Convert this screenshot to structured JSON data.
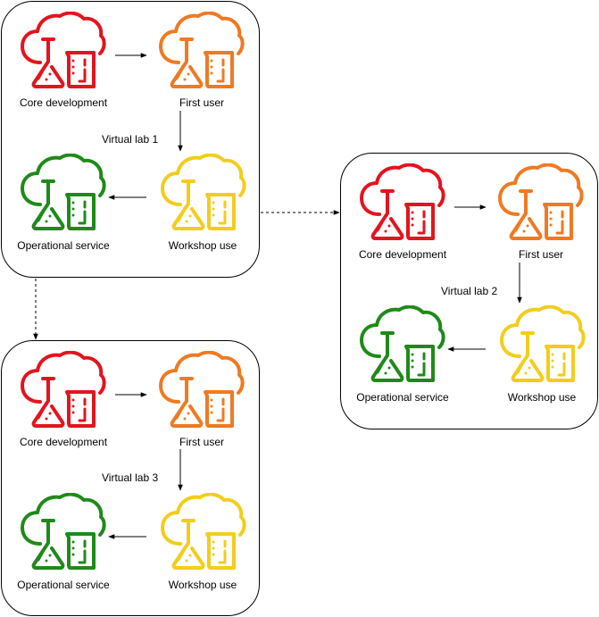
{
  "labs": [
    {
      "title": "Virtual lab 1",
      "nodes": {
        "core": {
          "label": "Core development",
          "icon": "cloud-flask-icon",
          "color": "#e3141e"
        },
        "first": {
          "label": "First user",
          "icon": "cloud-flask-icon",
          "color": "#ef7a22"
        },
        "workshop": {
          "label": "Workshop use",
          "icon": "cloud-flask-icon",
          "color": "#f2cd1c"
        },
        "operational": {
          "label": "Operational service",
          "icon": "cloud-flask-icon",
          "color": "#1f8a18"
        }
      }
    },
    {
      "title": "Virtual lab 2",
      "nodes": {
        "core": {
          "label": "Core development",
          "icon": "cloud-flask-icon",
          "color": "#e3141e"
        },
        "first": {
          "label": "First user",
          "icon": "cloud-flask-icon",
          "color": "#ef7a22"
        },
        "workshop": {
          "label": "Workshop use",
          "icon": "cloud-flask-icon",
          "color": "#f2cd1c"
        },
        "operational": {
          "label": "Operational service",
          "icon": "cloud-flask-icon",
          "color": "#1f8a18"
        }
      }
    },
    {
      "title": "Virtual lab 3",
      "nodes": {
        "core": {
          "label": "Core development",
          "icon": "cloud-flask-icon",
          "color": "#e3141e"
        },
        "first": {
          "label": "First user",
          "icon": "cloud-flask-icon",
          "color": "#ef7a22"
        },
        "workshop": {
          "label": "Workshop use",
          "icon": "cloud-flask-icon",
          "color": "#f2cd1c"
        },
        "operational": {
          "label": "Operational service",
          "icon": "cloud-flask-icon",
          "color": "#1f8a18"
        }
      }
    }
  ]
}
